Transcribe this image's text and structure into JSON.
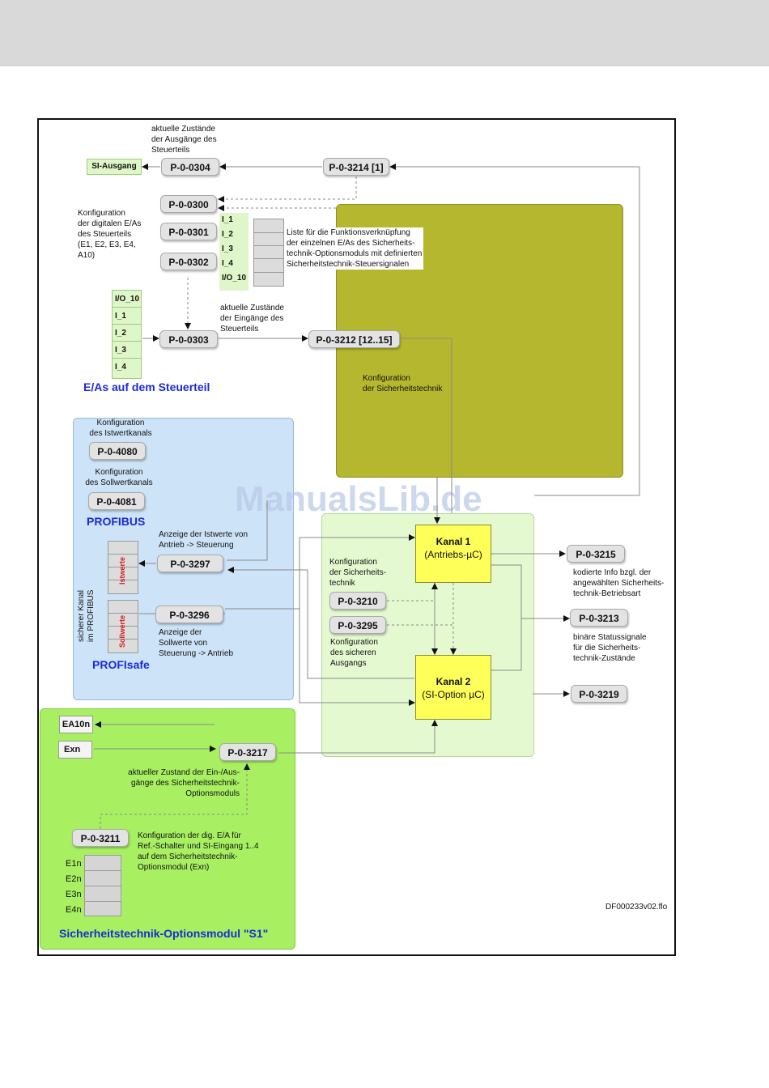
{
  "params": {
    "p0304": "P-0-0304",
    "p3214": "P-0-3214 [1]",
    "p0300": "P-0-0300",
    "p0301": "P-0-0301",
    "p0302": "P-0-0302",
    "p0303": "P-0-0303",
    "p3212": "P-0-3212 [12..15]",
    "p4080": "P-0-4080",
    "p4081": "P-0-4081",
    "p3297": "P-0-3297",
    "p3296": "P-0-3296",
    "p3210": "P-0-3210",
    "p3295": "P-0-3295",
    "p3215": "P-0-3215",
    "p3213": "P-0-3213",
    "p3219": "P-0-3219",
    "p3217": "P-0-3217",
    "p3211": "P-0-3211"
  },
  "labels": {
    "si_ausgang": "SI-Ausgang",
    "outputs_state": [
      "aktuelle Zustände",
      "der Ausgänge des",
      "Steuerteils"
    ],
    "config_digital": [
      "Konfiguration",
      "der digitalen E/As",
      "des Steuerteils",
      "(E1, E2, E3, E4,",
      "A10)"
    ],
    "io_list": [
      "I_1",
      "I_2",
      "I_3",
      "I_4",
      "I/O_10"
    ],
    "function_list": [
      "Liste für die Funktionsverknüpfung",
      "der einzelnen E/As des Sicherheits-",
      "technik-Optionsmoduls mit definierten",
      "Sicherheitstechnik-Steuersignalen"
    ],
    "inputs_list": [
      "I/O_10",
      "I_1",
      "I_2",
      "I_3",
      "I_4"
    ],
    "inputs_state": [
      "aktuelle Zustände",
      "der Eingänge des",
      "Steuerteils"
    ],
    "ea_title": "E/As auf dem Steuerteil",
    "config_safety": [
      "Konfiguration",
      "der Sicherheitstechnik"
    ],
    "config_istwert": [
      "Konfiguration",
      "des Istwertkanals"
    ],
    "config_sollwert": [
      "Konfiguration",
      "des Sollwertkanals"
    ],
    "profibus": "PROFIBUS",
    "istwerte_display": [
      "Anzeige der Istwerte von",
      "Antrieb -> Steuerung"
    ],
    "istwerte": "Istwerte",
    "sollwerte": "Sollwerte",
    "sicherer_kanal": [
      "sicherer Kanal",
      "im PROFIBUS"
    ],
    "sollwerte_display": [
      "Anzeige der",
      "Sollwerte von",
      "Steuerung -> Antrieb"
    ],
    "profisafe": "PROFIsafe",
    "kanal1_title": "Kanal 1",
    "kanal1_sub": "(Antriebs-µC)",
    "kanal2_title": "Kanal 2",
    "kanal2_sub": "(SI-Option µC)",
    "config_safety_tech": [
      "Konfiguration",
      "der Sicherheits-",
      "technik"
    ],
    "config_safe_output": [
      "Konfiguration",
      "des sicheren",
      "Ausgangs"
    ],
    "info_3215": [
      "kodierte Info bzgl. der",
      "angewählten Sicherheits-",
      "technik-Betriebsart"
    ],
    "info_3213": [
      "binäre Statussignale",
      "für die Sicherheits-",
      "technik-Zustände"
    ],
    "ea10n": "EA10n",
    "exn": "Exn",
    "state_3217": [
      "aktueller Zustand der Ein-/Aus-",
      "gänge des Sicherheitstechnik-",
      "Optionsmoduls"
    ],
    "config_3211": [
      "Konfiguration der dig. E/A für",
      "Ref.-Schalter und SI-Eingang 1..4",
      "auf dem Sicherheitstechnik-",
      "Optionsmodul (Exn)"
    ],
    "exn_list": [
      "E1n",
      "E2n",
      "E3n",
      "E4n"
    ],
    "option_title": "Sicherheitstechnik-Optionsmodul \"S1\"",
    "df_code": "DF000233v02.flo",
    "watermark": "ManualsLib.de"
  },
  "colors": {
    "olive": "#b5b72e",
    "light_green": "#e4f9d0",
    "profibus_blue": "#cde3f7",
    "option_green": "#a8ef62",
    "channel_yellow": "#ffff59",
    "title_blue": "#1a2bd6"
  }
}
